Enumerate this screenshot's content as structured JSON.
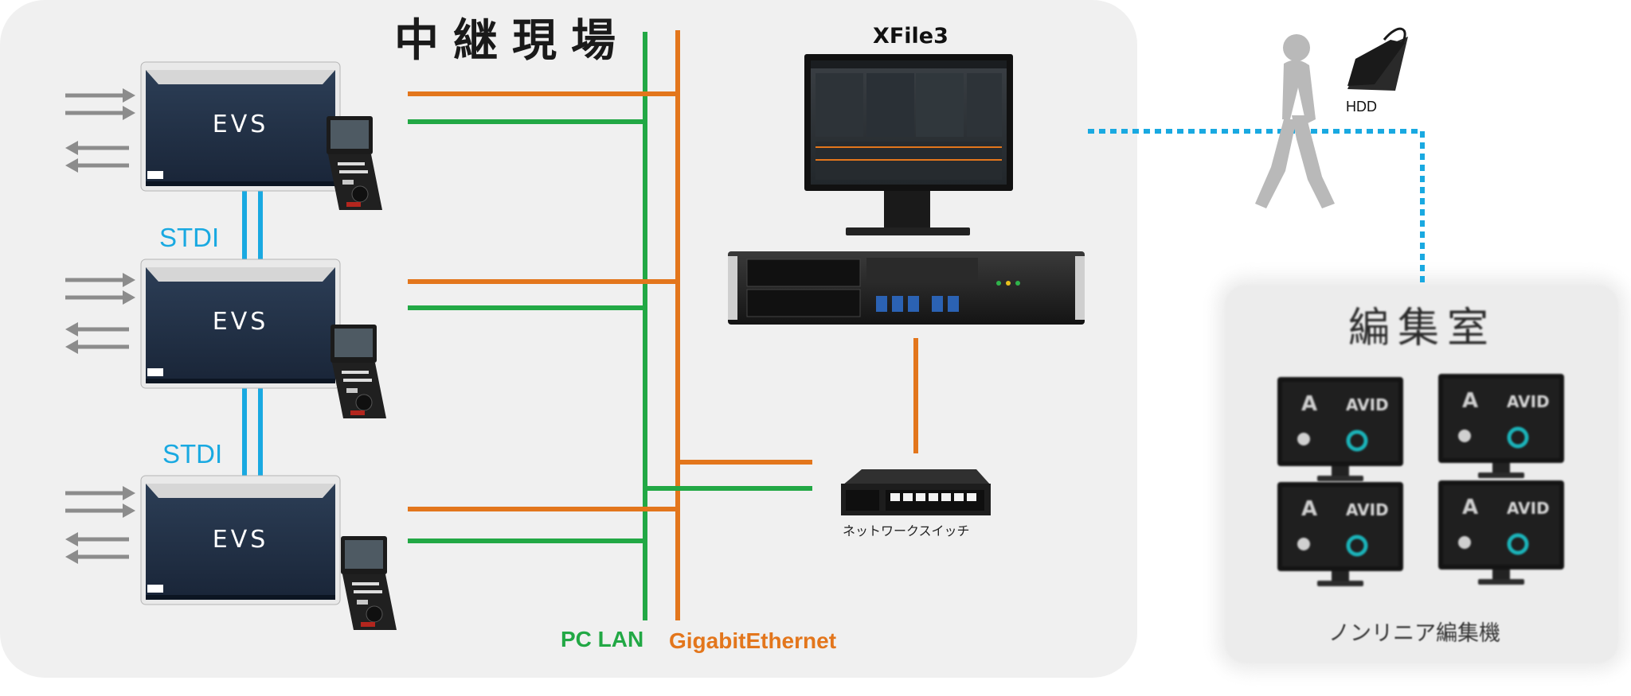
{
  "site": {
    "title": "中継現場"
  },
  "server": {
    "title": "XFile3"
  },
  "links": {
    "stdi_1": "STDI",
    "stdi_2": "STDI"
  },
  "network": {
    "pc_lan": "PC LAN",
    "gigabit": "GigabitEthernet",
    "switch_label": "ネットワークスイッチ"
  },
  "devices": {
    "evs_logo": "EVS"
  },
  "hdd": {
    "label": "HDD"
  },
  "edit_room": {
    "title": "編集室",
    "caption": "ノンリニア編集機"
  },
  "colors": {
    "gigabit": "#e3761c",
    "pc_lan": "#22a845",
    "stdi": "#19a9e1",
    "courier": "#19a9e1"
  }
}
